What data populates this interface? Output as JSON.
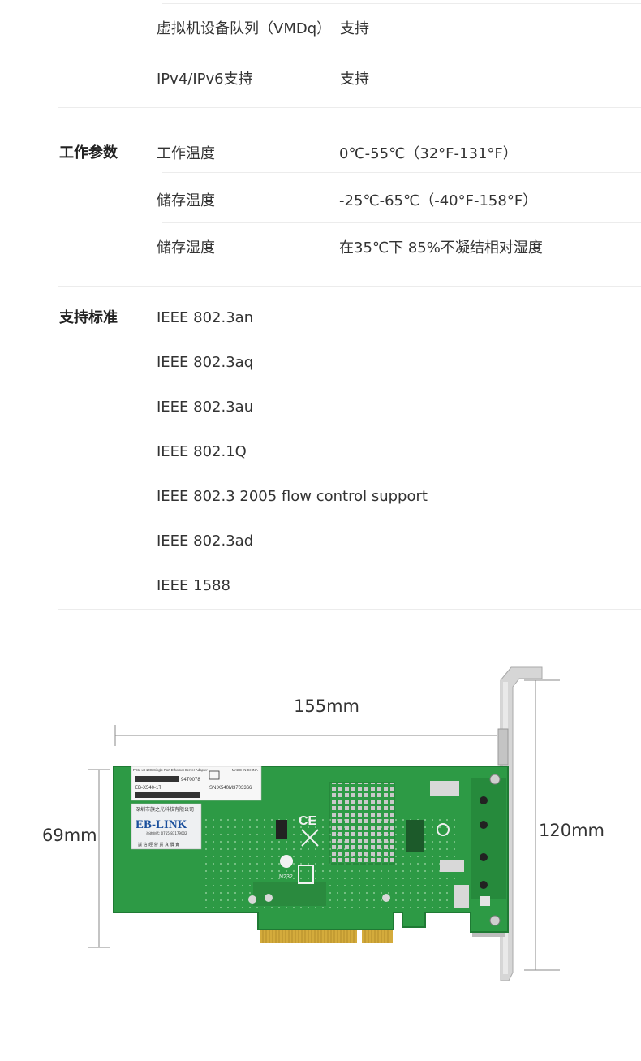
{
  "spec_table": {
    "rows_top": [
      {
        "label": "虚拟机设备队列（VMDq）",
        "value": "支持"
      },
      {
        "label": "IPv4/IPv6支持",
        "value": "支持"
      }
    ],
    "working_params": {
      "title": "工作参数",
      "rows": [
        {
          "label": "工作温度",
          "value": "0℃-55℃（32°F-131°F）"
        },
        {
          "label": "储存温度",
          "value": "-25℃-65℃（-40°F-158°F）"
        },
        {
          "label": "储存湿度",
          "value": "在35℃下 85%不凝结相对湿度"
        }
      ]
    },
    "standards": {
      "title": "支持标准",
      "items": [
        "IEEE 802.3an",
        "IEEE 802.3aq",
        "IEEE 802.3au",
        "IEEE 802.1Q",
        "IEEE 802.3 2005 flow control support",
        "IEEE 802.3ad",
        "IEEE 1588"
      ]
    }
  },
  "diagram": {
    "width_label": "155mm",
    "card_height_label": "69mm",
    "bracket_height_label": "120mm",
    "label_sticker": {
      "product_line": "PCIe x8 10G Single Port Ethernet Server Adapter",
      "made_in": "MADE IN CHINA",
      "code": "94T0078",
      "model": "EB-X540-1T",
      "serial": "SN:X540M3703366"
    },
    "brand_sticker": {
      "company": "深圳市旗之光科技有限公司",
      "brand": "EB-LINK",
      "phone": "咨询电话: 0755-83179002",
      "tagline": "誠 信 經 營    貨 真 價 實"
    },
    "board_marks": {
      "n_code": "N232",
      "ce": "CE"
    },
    "colors": {
      "pcb": "#2d9a45",
      "pcb_dark": "#1f7a34",
      "gold": "#d4ab3c",
      "bracket": "#d0d0d0"
    }
  }
}
